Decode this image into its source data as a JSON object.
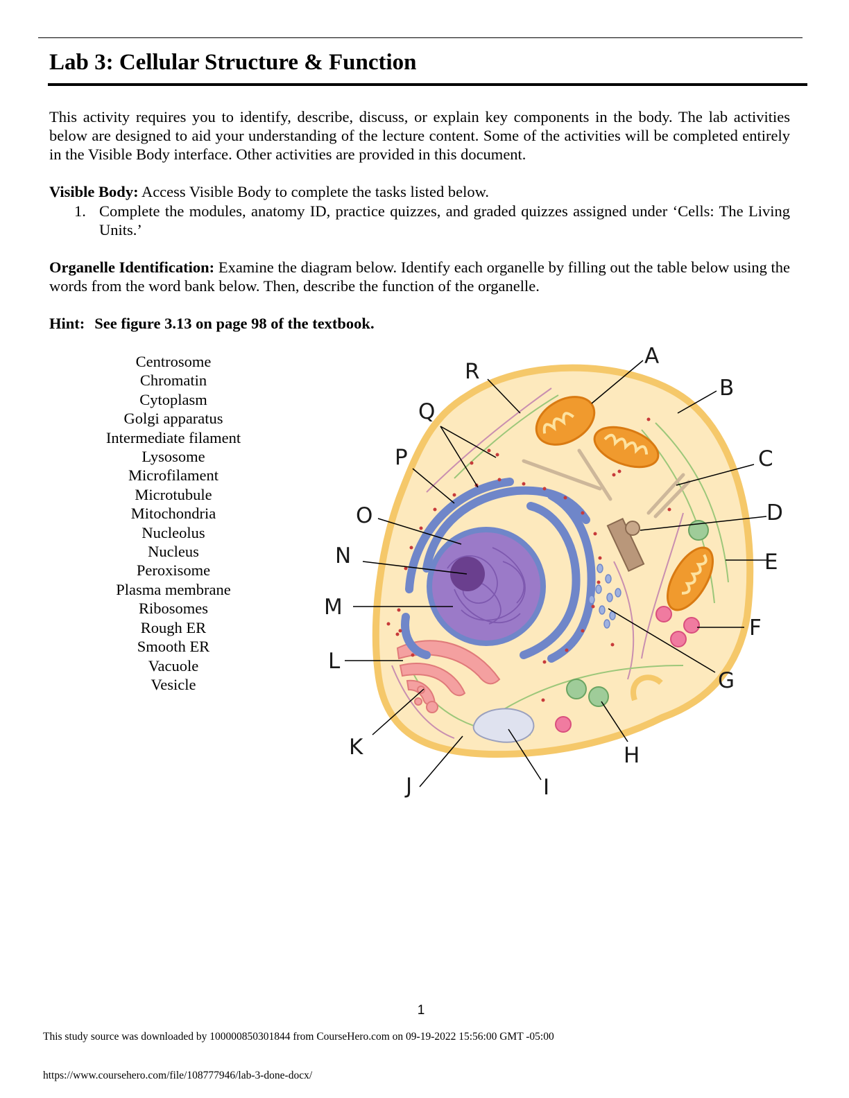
{
  "title": "Lab 3: Cellular Structure & Function",
  "intro": "This activity requires you to identify, describe, discuss, or explain key components in the body. The lab activities below are designed to aid your understanding of the lecture content. Some of the activities will be completed entirely in the Visible Body interface. Other activities are provided in this document.",
  "visible_body": {
    "label": "Visible Body:",
    "text": " Access Visible Body to complete the tasks listed below.",
    "items": [
      {
        "num": "1.",
        "text": "Complete the modules, anatomy ID, practice quizzes, and graded quizzes assigned under ‘Cells: The Living Units.’"
      }
    ]
  },
  "organelle": {
    "label": "Organelle Identification:",
    "text": " Examine the diagram below. Identify each organelle by filling out the table below using the words from the word bank below. Then, describe the function of the organelle."
  },
  "hint": {
    "label": "Hint:",
    "text": "See figure 3.13 on page 98 of the textbook."
  },
  "word_bank": [
    "Centrosome",
    "Chromatin",
    "Cytoplasm",
    "Golgi apparatus",
    "Intermediate filament",
    "Lysosome",
    "Microfilament",
    "Microtubule",
    "Mitochondria",
    "Nucleolus",
    "Nucleus",
    "Peroxisome",
    "Plasma membrane",
    "Ribosomes",
    "Rough ER",
    "Smooth ER",
    "Vacuole",
    "Vesicle"
  ],
  "diagram_labels": [
    "A",
    "B",
    "C",
    "D",
    "E",
    "F",
    "G",
    "H",
    "I",
    "J",
    "K",
    "L",
    "M",
    "N",
    "O",
    "P",
    "Q",
    "R"
  ],
  "colors": {
    "cytoplasm": "#fde9bd",
    "membrane": "#f5c86a",
    "nucleus": "#9b7ac8",
    "rough_er": "#6f86c9",
    "mitochondria": "#f09a2e",
    "golgi": "#f4a0a0"
  },
  "page_number": "1",
  "footer": {
    "source": "This study source was downloaded by 100000850301844 from CourseHero.com on 09-19-2022 15:56:00 GMT -05:00",
    "url": "https://www.coursehero.com/file/108777946/lab-3-done-docx/"
  }
}
